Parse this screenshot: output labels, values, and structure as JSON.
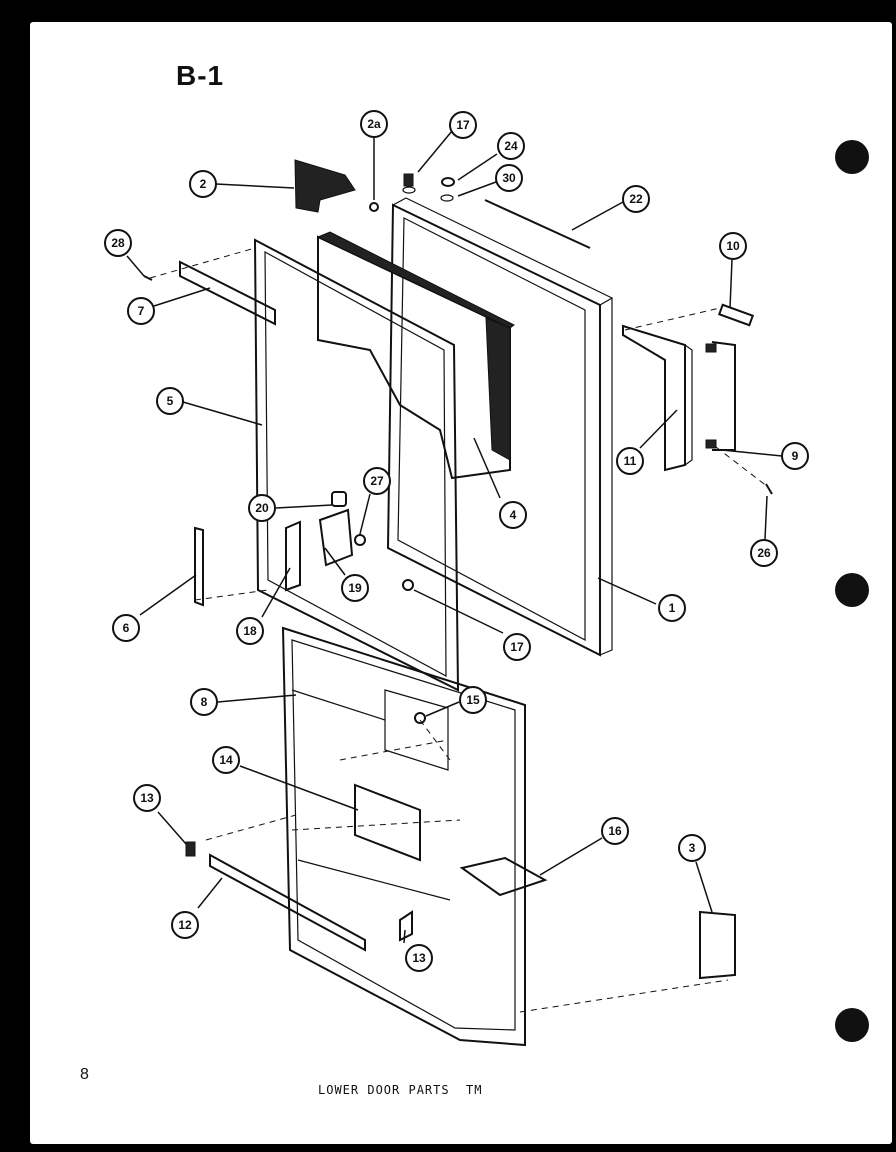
{
  "header": {
    "section_label": "B-1"
  },
  "footer": {
    "page_number": "8",
    "caption": "LOWER DOOR PARTS  TM"
  },
  "callouts": [
    {
      "id": "c2",
      "label": "2"
    },
    {
      "id": "c2a",
      "label": "2a"
    },
    {
      "id": "c17a",
      "label": "17"
    },
    {
      "id": "c24",
      "label": "24"
    },
    {
      "id": "c30",
      "label": "30"
    },
    {
      "id": "c22",
      "label": "22"
    },
    {
      "id": "c28",
      "label": "28"
    },
    {
      "id": "c7",
      "label": "7"
    },
    {
      "id": "c10",
      "label": "10"
    },
    {
      "id": "c5",
      "label": "5"
    },
    {
      "id": "c11",
      "label": "11"
    },
    {
      "id": "c9",
      "label": "9"
    },
    {
      "id": "c4",
      "label": "4"
    },
    {
      "id": "c20",
      "label": "20"
    },
    {
      "id": "c27",
      "label": "27"
    },
    {
      "id": "c26",
      "label": "26"
    },
    {
      "id": "c6",
      "label": "6"
    },
    {
      "id": "c18",
      "label": "18"
    },
    {
      "id": "c19",
      "label": "19"
    },
    {
      "id": "c1",
      "label": "1"
    },
    {
      "id": "c17b",
      "label": "17"
    },
    {
      "id": "c8",
      "label": "8"
    },
    {
      "id": "c15",
      "label": "15"
    },
    {
      "id": "c14",
      "label": "14"
    },
    {
      "id": "c13a",
      "label": "13"
    },
    {
      "id": "c16",
      "label": "16"
    },
    {
      "id": "c3",
      "label": "3"
    },
    {
      "id": "c12",
      "label": "12"
    },
    {
      "id": "c13b",
      "label": "13"
    }
  ]
}
